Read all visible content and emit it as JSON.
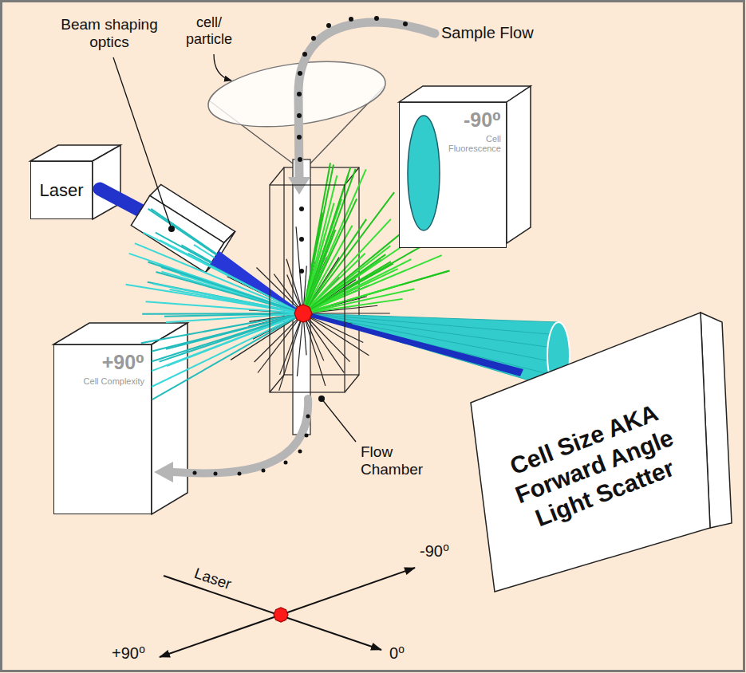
{
  "diagram": {
    "nodes": [
      {
        "text": [
          "-90⁰",
          "Cell Fluorescence"
        ]
      },
      {
        "text": [
          "Laser"
        ]
      },
      {
        "text": [
          "+90⁰",
          "Cell Complexity"
        ]
      },
      {
        "text": [
          "Cell Size AKA Forward Angle Light Scatter"
        ]
      }
    ],
    "labels": [
      "Beam shaping optics",
      "cell/ particle",
      "Sample Flow",
      "Flow Chamber",
      "Laser",
      "-90⁰",
      "+90⁰",
      "0⁰"
    ]
  }
}
